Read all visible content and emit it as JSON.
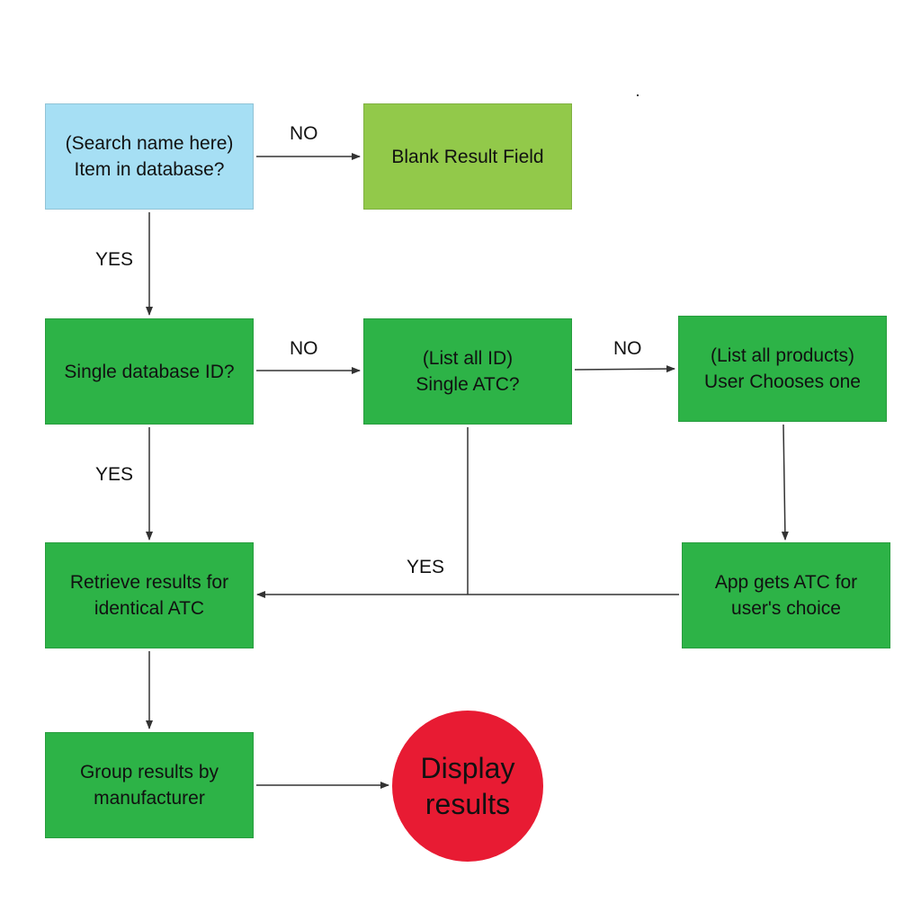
{
  "colors": {
    "start": "#a6dff4",
    "blank": "#92c94a",
    "process": "#2db347",
    "terminal": "#e81b33",
    "line": "#333333"
  },
  "nodes": {
    "search": "(Search name here)\nItem in database?",
    "blank_result": "Blank Result Field",
    "single_db_id": "Single database ID?",
    "list_all_id": "(List all ID)\nSingle ATC?",
    "list_products": "(List all products)\nUser Chooses one",
    "retrieve": "Retrieve results for\nidentical ATC",
    "app_gets_atc": "App gets ATC for\nuser's choice",
    "group": "Group results by\nmanufacturer",
    "display": "Display\nresults"
  },
  "edge_labels": {
    "search_no": "NO",
    "search_yes": "YES",
    "single_id_no": "NO",
    "single_id_yes": "YES",
    "single_atc_no": "NO",
    "single_atc_yes": "YES"
  }
}
